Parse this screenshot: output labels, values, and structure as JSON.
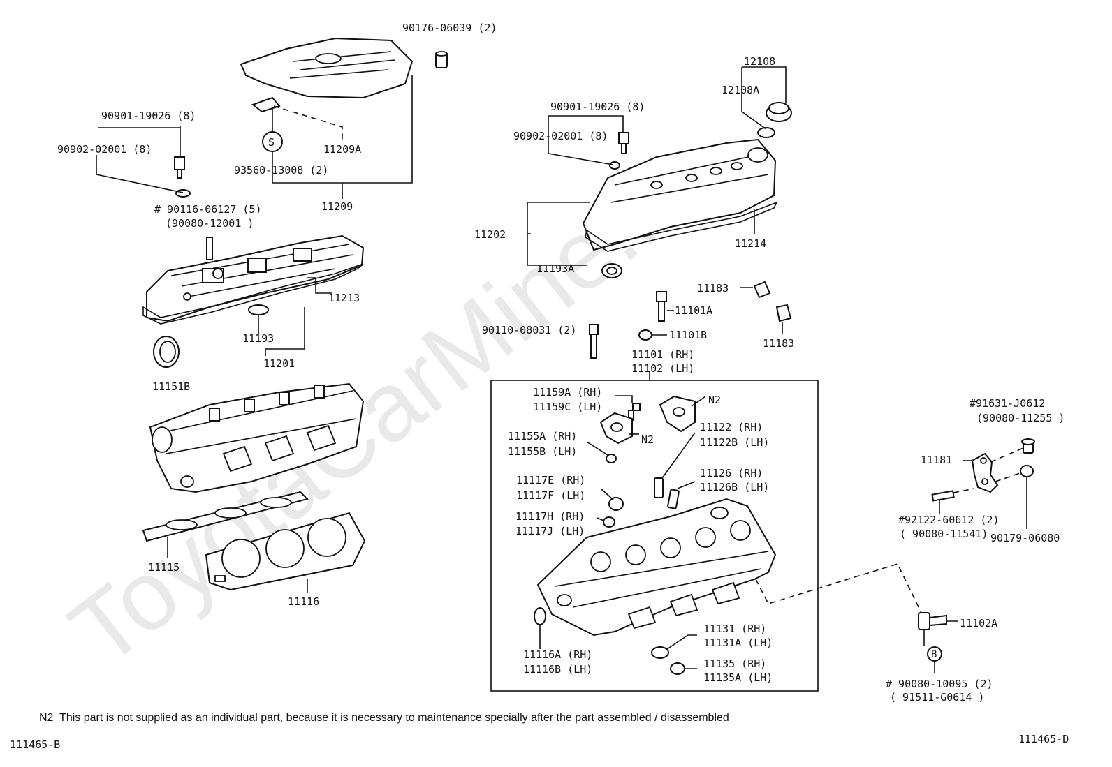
{
  "watermark": "ToyotaCarMine.ru",
  "footnote": "N2  This part is not supplied as an individual part, because it is necessary to maintenance specially after the part assembled / disassembled",
  "ref_left": "111465-B",
  "ref_right": "111465-D",
  "labels": {
    "p90176": "90176-06039 (2)",
    "p90901a": "90901-19026 (8)",
    "p90902a": "90902-02001 (8)",
    "p11209A": "11209A",
    "p93560": "93560-13008 (2)",
    "p11209": "11209",
    "p90116": "# 90116-06127 (5)",
    "p90080_12001": "(90080-12001 )",
    "p11213": "11213",
    "p11193": "11193",
    "p11201": "11201",
    "p11151B": "11151B",
    "p11115": "11115",
    "p11116": "11116",
    "p12108": "12108",
    "p12108A": "12108A",
    "p90901b": "90901-19026 (8)",
    "p90902b": "90902-02001 (8)",
    "p11202": "11202",
    "p11214": "11214",
    "p11193A": "11193A",
    "p11183a": "11183",
    "p11183b": "11183",
    "p11101A": "11101A",
    "p11101B": "11101B",
    "p90110": "90110-08031 (2)",
    "p11101": "11101 (RH)",
    "p11102": "11102 (LH)",
    "p11159A": "11159A (RH)",
    "p11159C": "11159C (LH)",
    "pN2a": "N2",
    "pN2b": "N2",
    "p11155A": "11155A (RH)",
    "p11155B": "11155B (LH)",
    "p11122": "11122   (RH)",
    "p11122B": "11122B (LH)",
    "p11126": "11126   (RH)",
    "p11126B": "11126B (LH)",
    "p11117E": "11117E (RH)",
    "p11117F": "11117F (LH)",
    "p11117H": "11117H (RH)",
    "p11117J": "11117J (LH)",
    "p11116A": "11116A (RH)",
    "p11116B": "11116B (LH)",
    "p11131": "11131   (RH)",
    "p11131A": "11131A (LH)",
    "p11135": "11135   (RH)",
    "p11135A": "11135A (LH)",
    "p91631": "#91631-J0612",
    "p90080_11255": "(90080-11255 )",
    "p11181": "11181",
    "p92122": "#92122-60612 (2)",
    "p90080_11541": "( 90080-11541)",
    "p90179": "90179-06080",
    "p11102A": "11102A",
    "p90080_10095": "# 90080-10095 (2)",
    "p91511": "( 91511-G0614 )",
    "mark_S": "S",
    "mark_B": "B"
  }
}
